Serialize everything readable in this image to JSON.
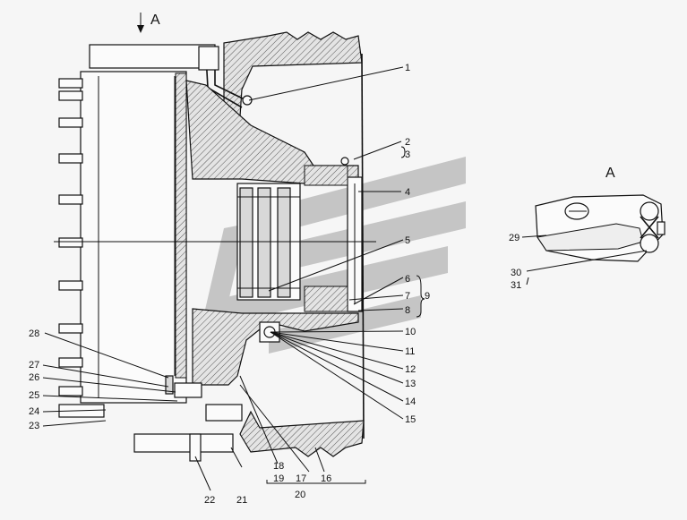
{
  "view_marker": "А",
  "detail_title": "А",
  "callouts": [
    {
      "id": "c1",
      "text": "1"
    },
    {
      "id": "c2",
      "text": "2"
    },
    {
      "id": "c3",
      "text": "3"
    },
    {
      "id": "c4",
      "text": "4"
    },
    {
      "id": "c5",
      "text": "5"
    },
    {
      "id": "c6",
      "text": "6"
    },
    {
      "id": "c7",
      "text": "7"
    },
    {
      "id": "c9",
      "text": "9"
    },
    {
      "id": "c8",
      "text": "8"
    },
    {
      "id": "c10",
      "text": "10"
    },
    {
      "id": "c11",
      "text": "11"
    },
    {
      "id": "c12",
      "text": "12"
    },
    {
      "id": "c13",
      "text": "13"
    },
    {
      "id": "c14",
      "text": "14"
    },
    {
      "id": "c15",
      "text": "15"
    },
    {
      "id": "c16",
      "text": "16"
    },
    {
      "id": "c17",
      "text": "17"
    },
    {
      "id": "c18",
      "text": "18"
    },
    {
      "id": "c19",
      "text": "19"
    },
    {
      "id": "c20",
      "text": "20"
    },
    {
      "id": "c21",
      "text": "21"
    },
    {
      "id": "c22",
      "text": "22"
    },
    {
      "id": "c23",
      "text": "23"
    },
    {
      "id": "c24",
      "text": "24"
    },
    {
      "id": "c25",
      "text": "25"
    },
    {
      "id": "c26",
      "text": "26"
    },
    {
      "id": "c27",
      "text": "27"
    },
    {
      "id": "c28",
      "text": "28"
    },
    {
      "id": "c29",
      "text": "29"
    },
    {
      "id": "c30",
      "text": "30"
    },
    {
      "id": "c31",
      "text": "31"
    }
  ],
  "colors": {
    "line": "#111111",
    "hatch": "#d8d8d8",
    "watermark": "#b9b9b9"
  }
}
